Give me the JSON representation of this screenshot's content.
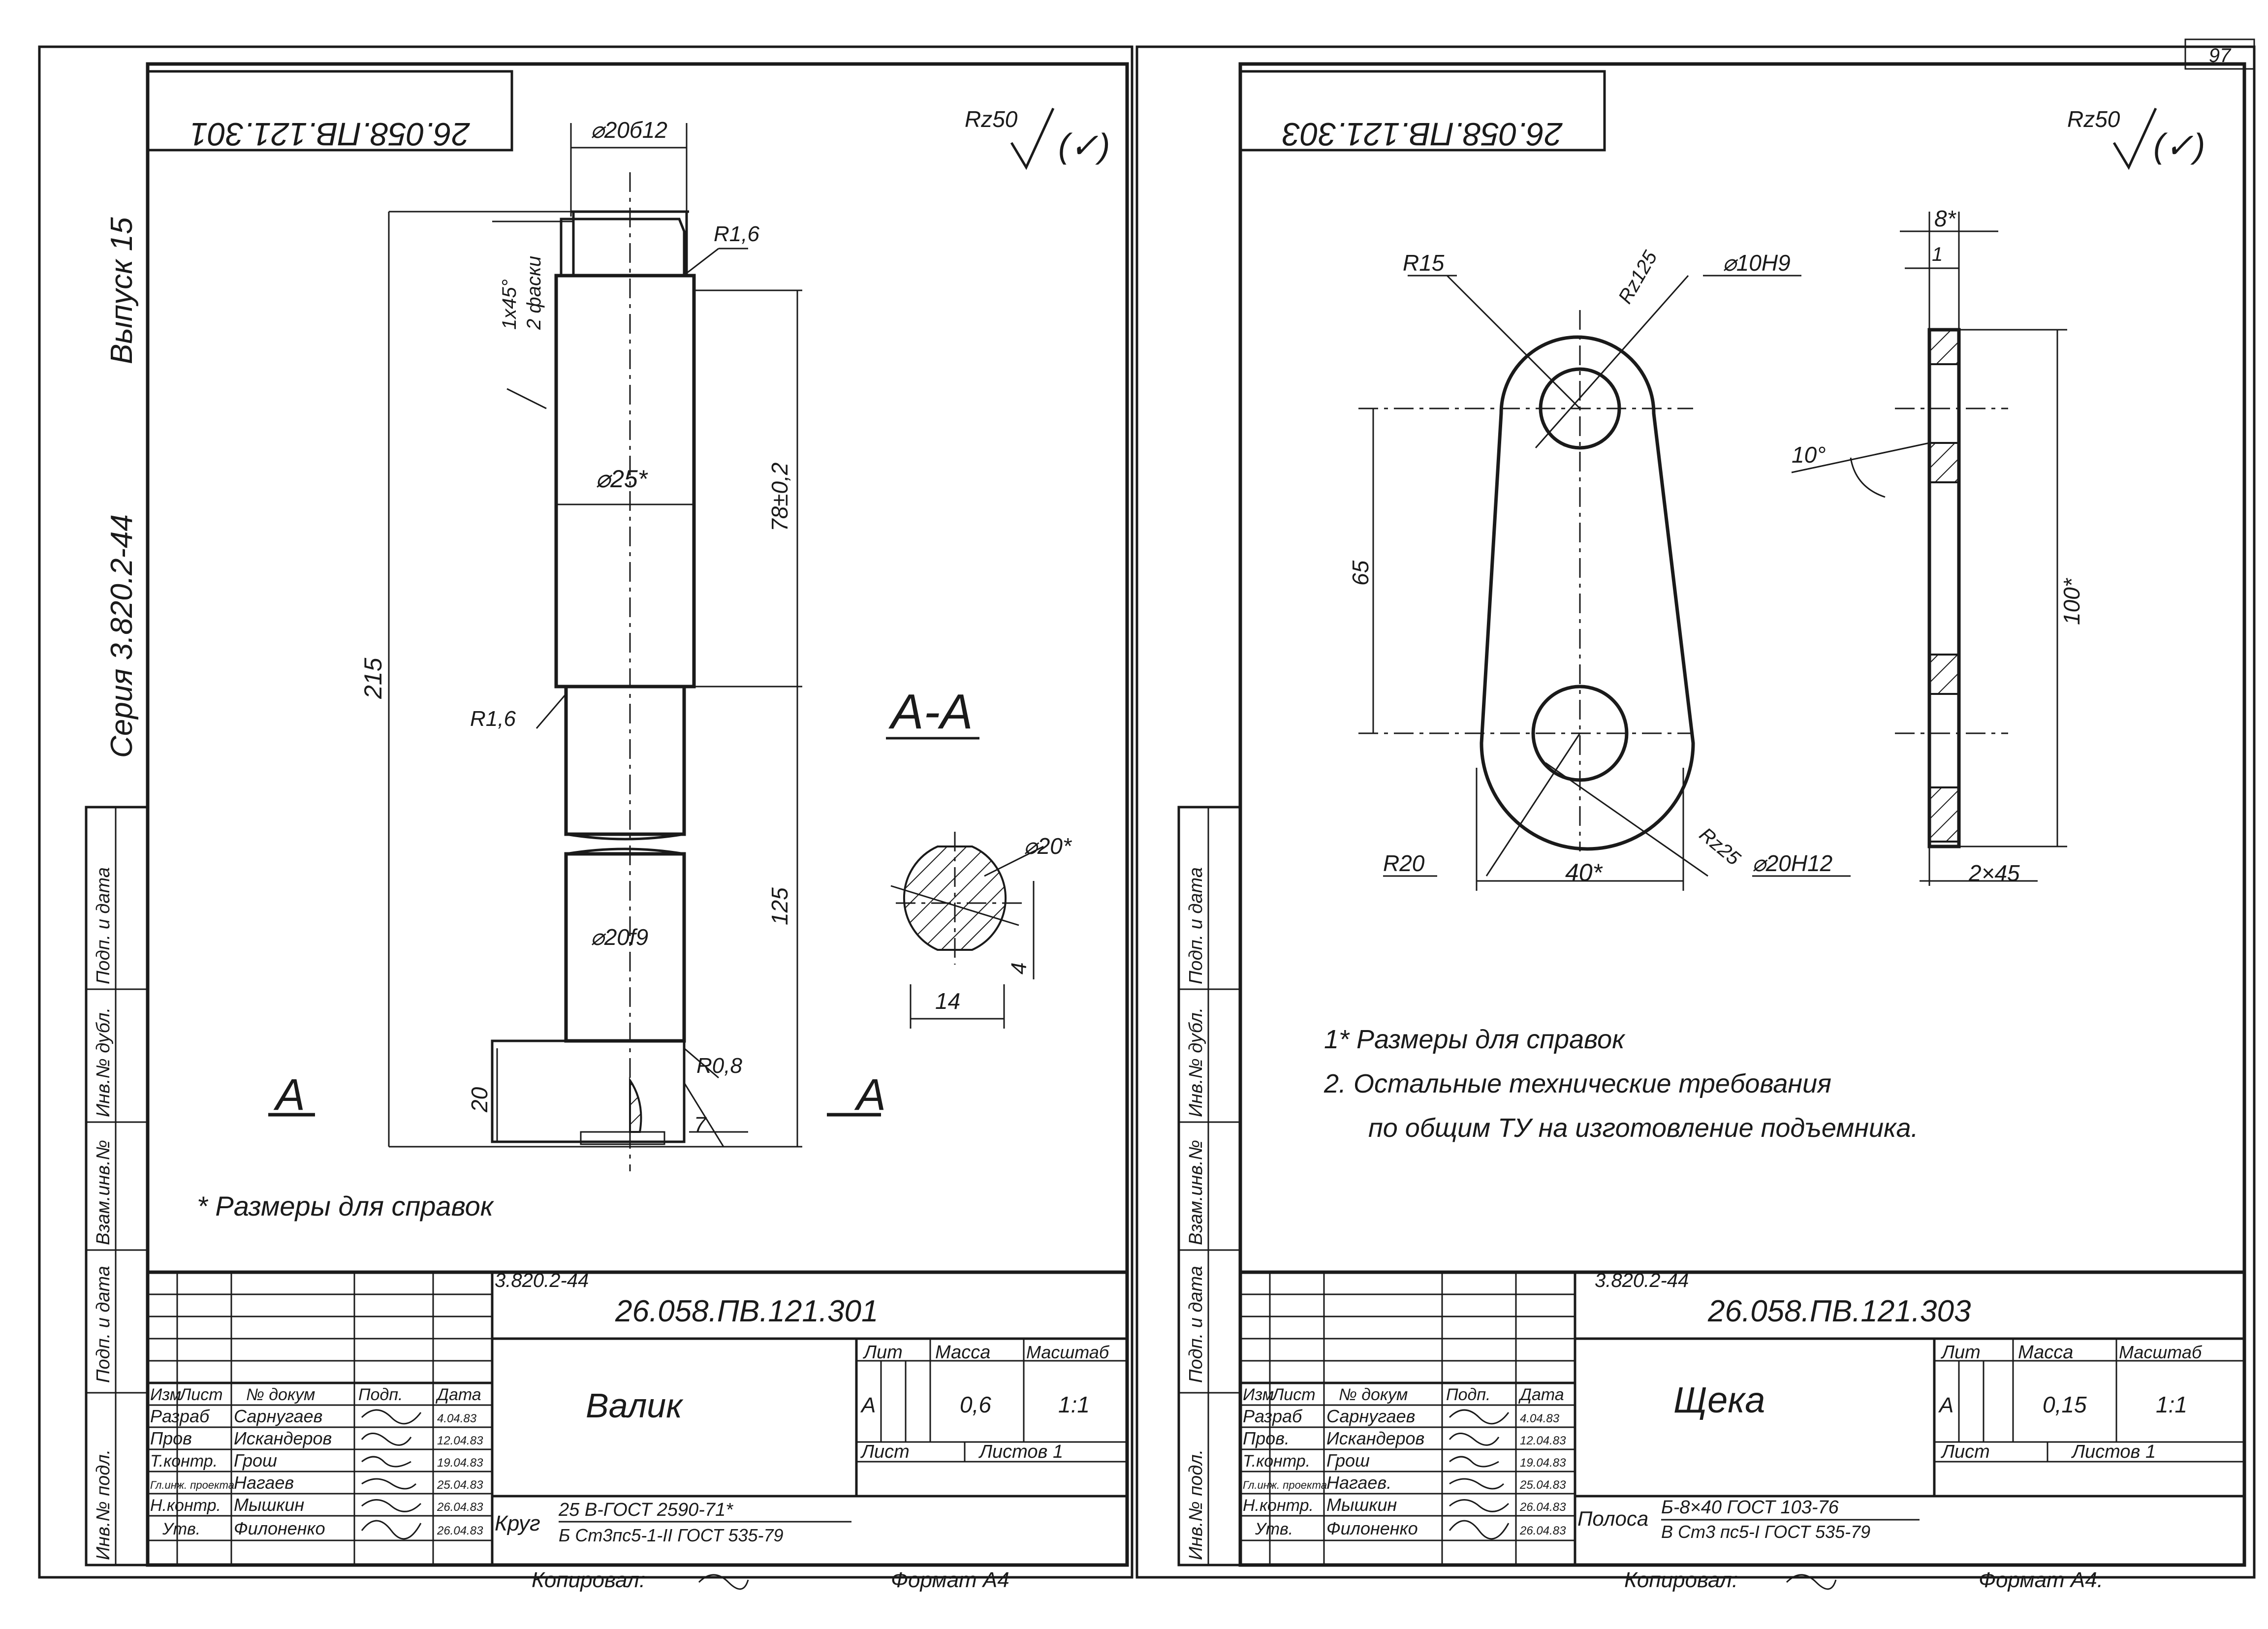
{
  "page_number": "97",
  "side_stamps": {
    "release": "Выпуск 15",
    "series": "Серия 3.820.2-44",
    "margin_cells": [
      "Инв.№ подл.",
      "Подп. и дата",
      "Взам.инв.№",
      "Инв.№ дубл.",
      "Подп. и дата"
    ]
  },
  "sheets": [
    {
      "doc_code_mirrored": "26.058.ПВ.121.301",
      "roughness_symbol": "Rz50",
      "roughness_general": "(✓)",
      "dimensions": {
        "d_top": "⌀20б12",
        "chamfer_1": "1х45°",
        "chamfer_2": "2 фаски",
        "r_top": "R1,6",
        "d_mid": "⌀25*",
        "len_78": "78±0,2",
        "len_215": "215",
        "r_mid": "R1,6",
        "len_125": "125",
        "d_low": "⌀20f9",
        "r_low": "R0,8",
        "len_20": "20",
        "len_7": "7",
        "section_title": "А-А",
        "sec_d": "⌀20*",
        "sec_4": "4",
        "sec_14": "14",
        "mark_a1": "А",
        "mark_a2": "А"
      },
      "note": "* Размеры для справок",
      "title_block": {
        "series": "3.820.2-44",
        "doc_code": "26.058.ПВ.121.301",
        "name": "Валик",
        "lit_label": "Лит",
        "mass_label": "Масса",
        "scale_label": "Масштаб",
        "lit": "А",
        "mass": "0,6",
        "scale": "1:1",
        "sheet_label": "Лист",
        "sheets_label": "Листов 1",
        "head": [
          "Изм",
          "Лист",
          "№ докум",
          "Подп.",
          "Дата"
        ],
        "rows": [
          {
            "role": "Разраб",
            "name": "Сарнугаев",
            "date": "4.04.83"
          },
          {
            "role": "Пров",
            "name": "Искандеров",
            "date": "12.04.83"
          },
          {
            "role": "Т.контр.",
            "name": "Грош",
            "date": "19.04.83"
          },
          {
            "role": "Гл.инж. проекта",
            "name": "Нагаев",
            "date": "25.04.83"
          },
          {
            "role": "Н.контр.",
            "name": "Мышкин",
            "date": "26.04.83"
          },
          {
            "role": "Утв.",
            "name": "Филоненко",
            "date": "26.04.83"
          }
        ],
        "material_prefix": "Круг",
        "material_top": "25 В-ГОСТ 2590-71*",
        "material_bottom": "Б Ст3пс5-1-II ГОСТ 535-79",
        "copied": "Копировал:",
        "format": "Формат А4"
      }
    },
    {
      "doc_code_mirrored": "26.058.ПВ.121.303",
      "roughness_symbol": "Rz50",
      "roughness_general": "(✓)",
      "dimensions": {
        "r15": "R15",
        "rz125": "Rz125",
        "d10": "⌀10Н9",
        "len_8": "8*",
        "len_1": "1",
        "angle_10": "10°",
        "len_65": "65",
        "len_100": "100*",
        "rz25": "Rz25",
        "r20": "R20",
        "len_40": "40*",
        "d20": "⌀20Н12",
        "chamfer": "2×45"
      },
      "notes": [
        "1* Размеры для справок",
        "2. Остальные технические требования",
        "по общим ТУ на изготовление подъемника."
      ],
      "title_block": {
        "series": "3.820.2-44",
        "doc_code": "26.058.ПВ.121.303",
        "name": "Щека",
        "lit_label": "Лит",
        "mass_label": "Масса",
        "scale_label": "Масштаб",
        "lit": "А",
        "mass": "0,15",
        "scale": "1:1",
        "sheet_label": "Лист",
        "sheets_label": "Листов 1",
        "head": [
          "Изм",
          "Лист",
          "№ докум",
          "Подп.",
          "Дата"
        ],
        "rows": [
          {
            "role": "Разраб",
            "name": "Сарнугаев",
            "date": "4.04.83"
          },
          {
            "role": "Пров.",
            "name": "Искандеров",
            "date": "12.04.83"
          },
          {
            "role": "Т.контр.",
            "name": "Грош",
            "date": "19.04.83"
          },
          {
            "role": "Гл.инж. проекта",
            "name": "Нагаев.",
            "date": "25.04.83"
          },
          {
            "role": "Н.контр.",
            "name": "Мышкин",
            "date": "26.04.83"
          },
          {
            "role": "Утв.",
            "name": "Филоненко",
            "date": "26.04.83"
          }
        ],
        "material_prefix": "Полоса",
        "material_top": "Б-8×40 ГОСТ 103-76",
        "material_bottom": "В Ст3 пс5-I ГОСТ 535-79",
        "copied": "Копировал:",
        "format": "Формат А4."
      }
    }
  ]
}
